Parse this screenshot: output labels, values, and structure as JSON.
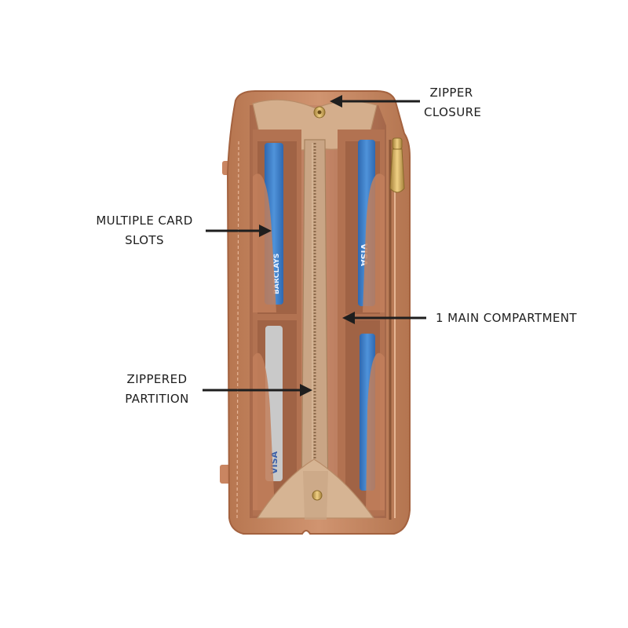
{
  "labels": {
    "zipper_closure": [
      "ZIPPER",
      "CLOSURE"
    ],
    "card_slots": [
      "MULTIPLE CARD",
      "SLOTS"
    ],
    "main_compartment": [
      "1 MAIN COMPARTMENT"
    ],
    "zippered_partition": [
      "ZIPPERED",
      "PARTITION"
    ]
  },
  "card_brands": {
    "top_left": "BARCLAYS",
    "top_right": "VISA",
    "bottom_left": "VISA"
  },
  "colors": {
    "background": "#ffffff",
    "leather": "#c98a64",
    "leather_dark": "#a86a48",
    "leather_light": "#ddab8a",
    "lining": "#c8a586",
    "card": "#3f7fc8",
    "zipper": "#c8a040",
    "annotation": "#1e1e1e"
  }
}
